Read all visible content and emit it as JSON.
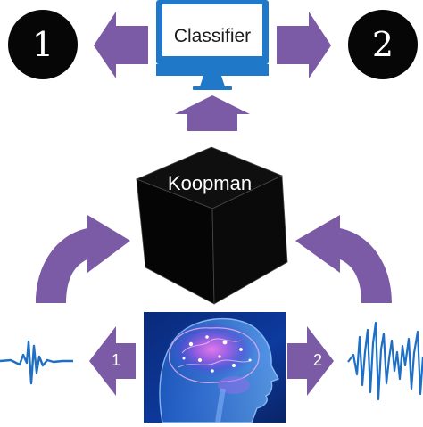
{
  "monitor": {
    "label": "Classifier"
  },
  "cube": {
    "label": "Koopman"
  },
  "outputs": [
    {
      "label": "1"
    },
    {
      "label": "2"
    }
  ],
  "signals": [
    {
      "label": "1"
    },
    {
      "label": "2"
    }
  ],
  "colors": {
    "arrow": "#7b5aa6",
    "monitor_frame": "#1f78c8",
    "cube": "#050505",
    "circle": "#060606",
    "signal": "#1f6fc4",
    "brain_bg": "#0b2f86"
  },
  "icons": [
    "monitor-icon",
    "cube-icon",
    "brain-image",
    "eeg-signal-icon"
  ]
}
